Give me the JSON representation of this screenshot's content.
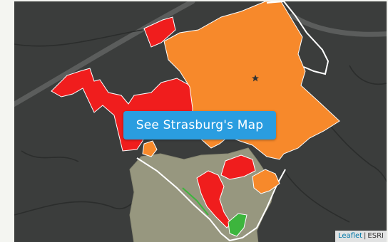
{
  "map": {
    "colors": {
      "background": "#3b3d3c",
      "road": "#5b5d5c",
      "orange_zone": "#f7892b",
      "red_zone": "#f01d1d",
      "tan_zone": "#97977f",
      "green_zone": "#3db53d",
      "boundary": "#ffffff"
    },
    "marker_icon": "star-icon"
  },
  "cta": {
    "label": "See Strasburg's Map"
  },
  "attribution": {
    "leaflet_label": "Leaflet",
    "separator": "|",
    "provider_label": "ESRI"
  }
}
